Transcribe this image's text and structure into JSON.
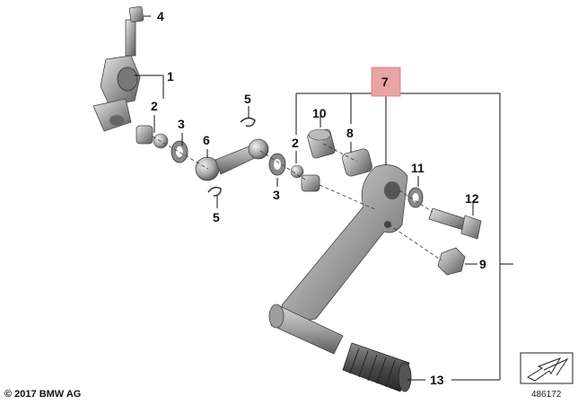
{
  "callouts": {
    "c1": "1",
    "c2a": "2",
    "c2b": "2",
    "c3a": "3",
    "c3b": "3",
    "c4": "4",
    "c5a": "5",
    "c5b": "5",
    "c6": "6",
    "c7": "7",
    "c8": "8",
    "c9": "9",
    "c10": "10",
    "c11": "11",
    "c12": "12",
    "c13": "13"
  },
  "footer": {
    "copyright": "© 2017 BMW AG",
    "diagram_number": "486172"
  },
  "colors": {
    "highlight": "#e8a3a3",
    "line": "#111111",
    "metal": "#9a9a9a"
  },
  "icons": {
    "corner_symbol": "parts-list-arrow-icon"
  }
}
